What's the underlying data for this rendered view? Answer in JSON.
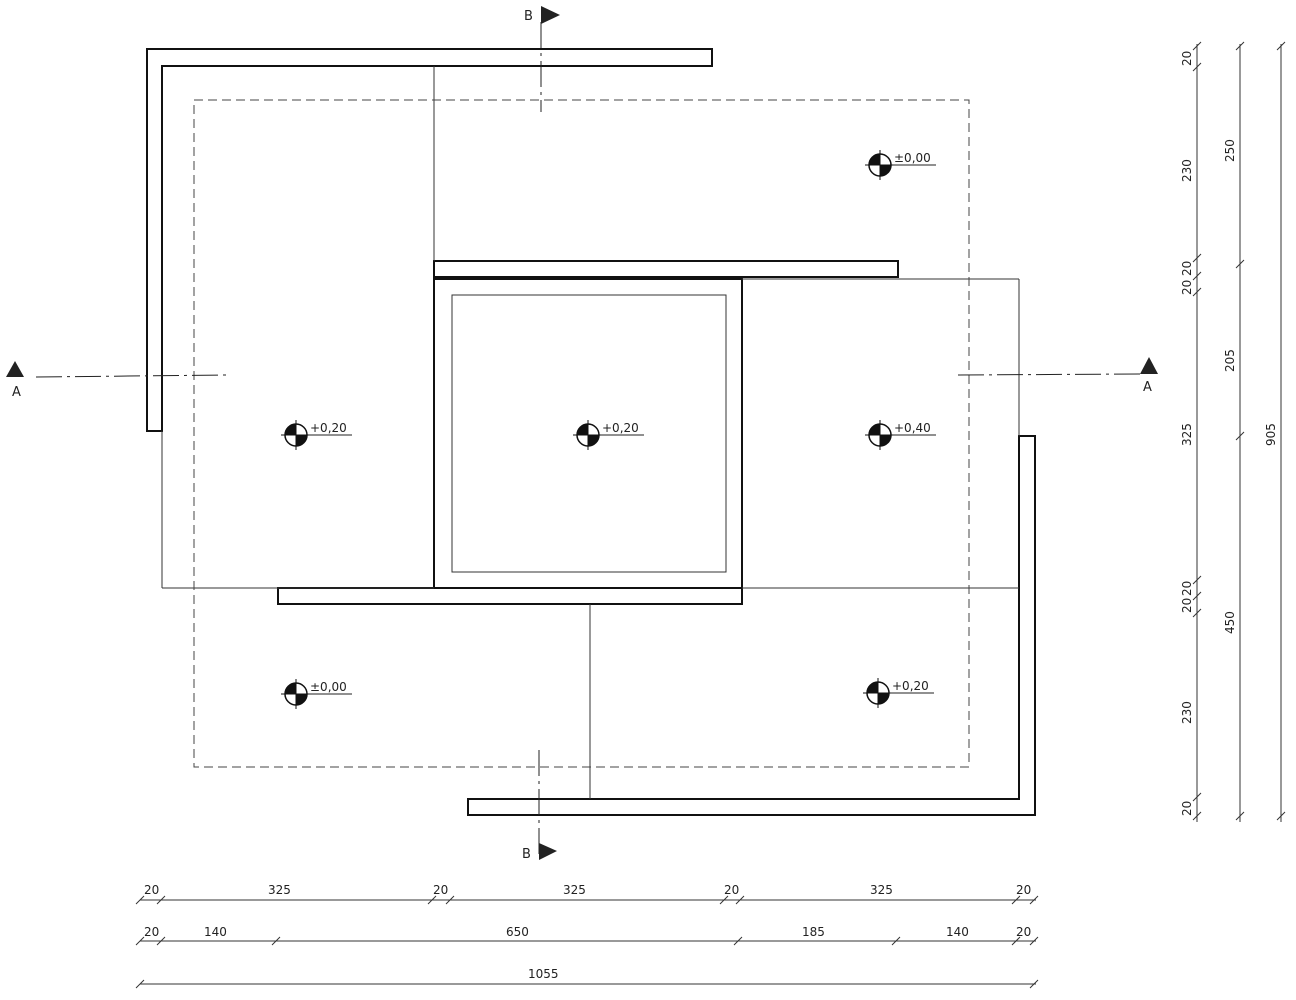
{
  "section_markers": {
    "a_left": "A",
    "a_right": "A",
    "b_top": "B",
    "b_bottom": "B"
  },
  "levels": [
    {
      "label": "±0,00"
    },
    {
      "label": "+0,20"
    },
    {
      "label": "+0,20"
    },
    {
      "label": "+0,40"
    },
    {
      "label": "±0,00"
    },
    {
      "label": "+0,20"
    }
  ],
  "dimensions": {
    "bottom_row1": [
      "20",
      "325",
      "20",
      "325",
      "20",
      "325",
      "20"
    ],
    "bottom_row2": [
      "20",
      "140",
      "650",
      "185",
      "140",
      "20"
    ],
    "bottom_total": "1055",
    "right_col1": [
      "20",
      "230",
      "20",
      "20",
      "325",
      "20",
      "20",
      "230",
      "20"
    ],
    "right_col2": [
      "250",
      "205",
      "450"
    ],
    "right_total": "905"
  },
  "colors": {
    "ink": "#111111",
    "paper": "#ffffff",
    "marker": "#222222"
  }
}
